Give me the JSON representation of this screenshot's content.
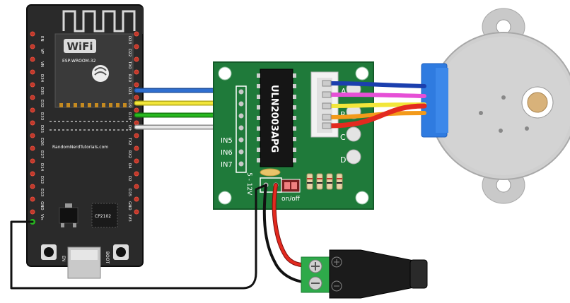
{
  "esp32": {
    "wifi_label": "WiFi",
    "module_label": "ESP-WROOM-32",
    "website": "RandomNerdTutorials.com",
    "usb_chip": "CP2102",
    "en_button": "EN",
    "boot_button": "BOOT",
    "left_pins": [
      "EN",
      "VP",
      "VN",
      "D34",
      "D35",
      "D32",
      "D33",
      "D25",
      "D26",
      "D27",
      "D14",
      "D12",
      "D13",
      "GND",
      "Vin"
    ],
    "right_pins": [
      "D23",
      "D22",
      "TX0",
      "RX0",
      "D21",
      "D19",
      "D18",
      "D5",
      "TX2",
      "RX2",
      "D4",
      "D2",
      "D15",
      "GND",
      "3V3"
    ]
  },
  "driver": {
    "chip_label": "ULN2003APG",
    "in_labels": [
      "IN5",
      "IN6",
      "IN7"
    ],
    "voltage_label": "5 - 12V",
    "switch_label": "on/off",
    "led_labels": [
      "A",
      "B",
      "C",
      "D"
    ]
  },
  "wire_colors": {
    "blue": "#2f6fd0",
    "yellow": "#f2e63a",
    "green": "#27b81f",
    "white": "#e8e8e8",
    "pink": "#e64fd6",
    "orange": "#f39a1a",
    "red": "#e32a1f",
    "black": "#111111"
  }
}
